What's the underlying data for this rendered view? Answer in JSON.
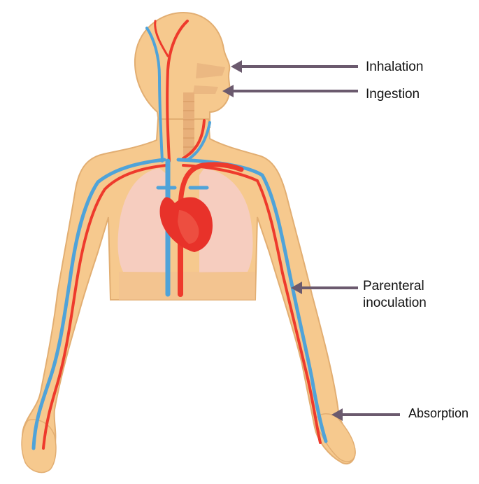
{
  "colors": {
    "skin": "#F6C98E",
    "skin_outline": "#E2AE72",
    "lung": "#F6CDC4",
    "artery": "#EE3A2C",
    "vein": "#4FA3D9",
    "heart": "#E8322A",
    "arrow": "#6B5A6E",
    "text": "#111111"
  },
  "labels": {
    "inhalation": "Inhalation",
    "ingestion": "Ingestion",
    "parenteral_line1": "Parenteral",
    "parenteral_line2": "inoculation",
    "absorption": "Absorption"
  }
}
